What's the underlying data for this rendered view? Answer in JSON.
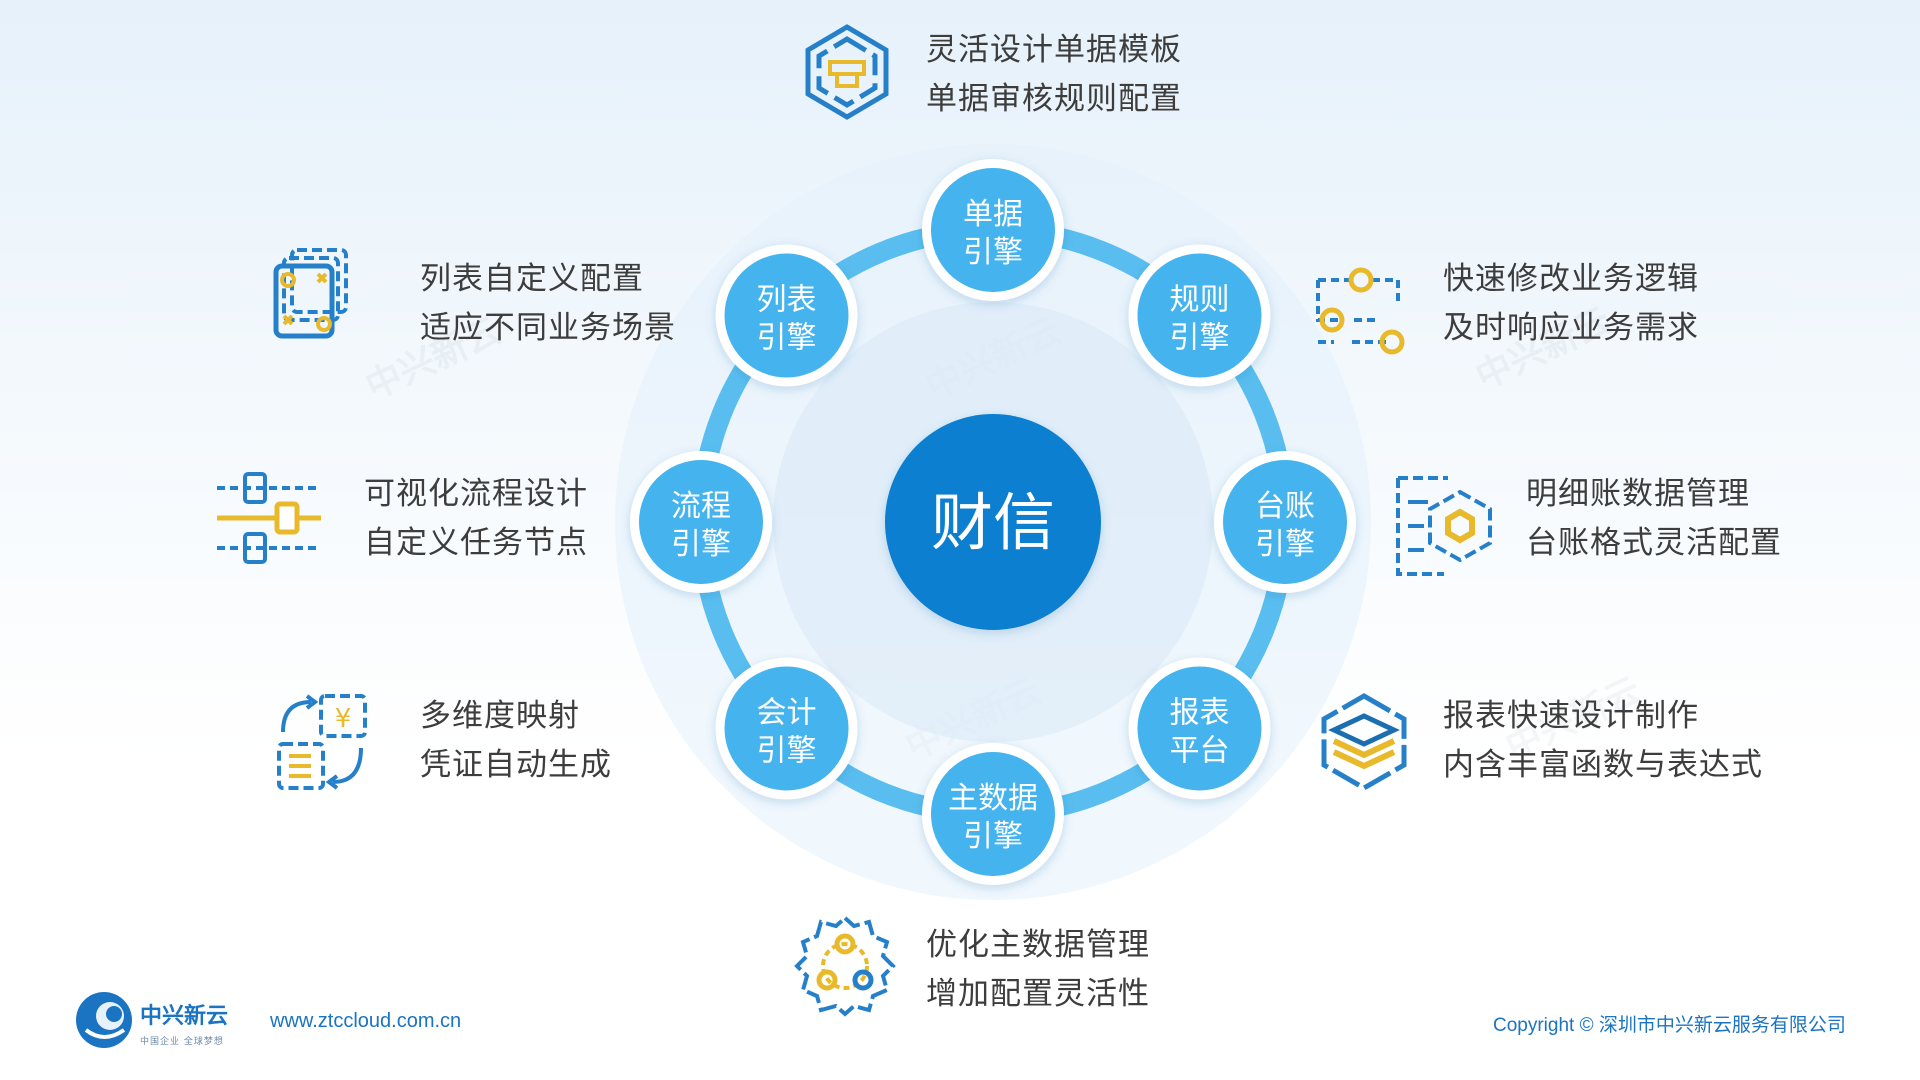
{
  "center": {
    "label": "财信",
    "color": "#0b7fd0"
  },
  "ring_color": "#59bdef",
  "node_color": "#44b3ee",
  "nodes": [
    {
      "line1": "单据",
      "line2": "引擎"
    },
    {
      "line1": "规则",
      "line2": "引擎"
    },
    {
      "line1": "台账",
      "line2": "引擎"
    },
    {
      "line1": "报表",
      "line2": "平台"
    },
    {
      "line1": "主数据",
      "line2": "引擎"
    },
    {
      "line1": "会计",
      "line2": "引擎"
    },
    {
      "line1": "流程",
      "line2": "引擎"
    },
    {
      "line1": "列表",
      "line2": "引擎"
    }
  ],
  "features": [
    {
      "icon": "document-template-icon",
      "line1": "灵活设计单据模板",
      "line2": "单据审核规则配置"
    },
    {
      "icon": "rule-connector-icon",
      "line1": "快速修改业务逻辑",
      "line2": "及时响应业务需求"
    },
    {
      "icon": "ledger-hexagon-icon",
      "line1": "明细账数据管理",
      "line2": "台账格式灵活配置"
    },
    {
      "icon": "stacked-layers-icon",
      "line1": "报表快速设计制作",
      "line2": "内含丰富函数与表达式"
    },
    {
      "icon": "gear-data-icon",
      "line1": "优化主数据管理",
      "line2": "增加配置灵活性"
    },
    {
      "icon": "voucher-mapping-icon",
      "line1": "多维度映射",
      "line2": "凭证自动生成"
    },
    {
      "icon": "process-flow-icon",
      "line1": "可视化流程设计",
      "line2": "自定义任务节点"
    },
    {
      "icon": "list-cards-icon",
      "line1": "列表自定义配置",
      "line2": "适应不同业务场景"
    }
  ],
  "footer": {
    "brand": "中兴新云",
    "slogan": "中国企业 全球梦想",
    "url": "www.ztccloud.com.cn",
    "copyright": "Copyright © 深圳市中兴新云服务有限公司"
  },
  "colors": {
    "blue": "#1b74c2",
    "gold": "#e8b92a",
    "icon_blue": "#2680c9"
  }
}
